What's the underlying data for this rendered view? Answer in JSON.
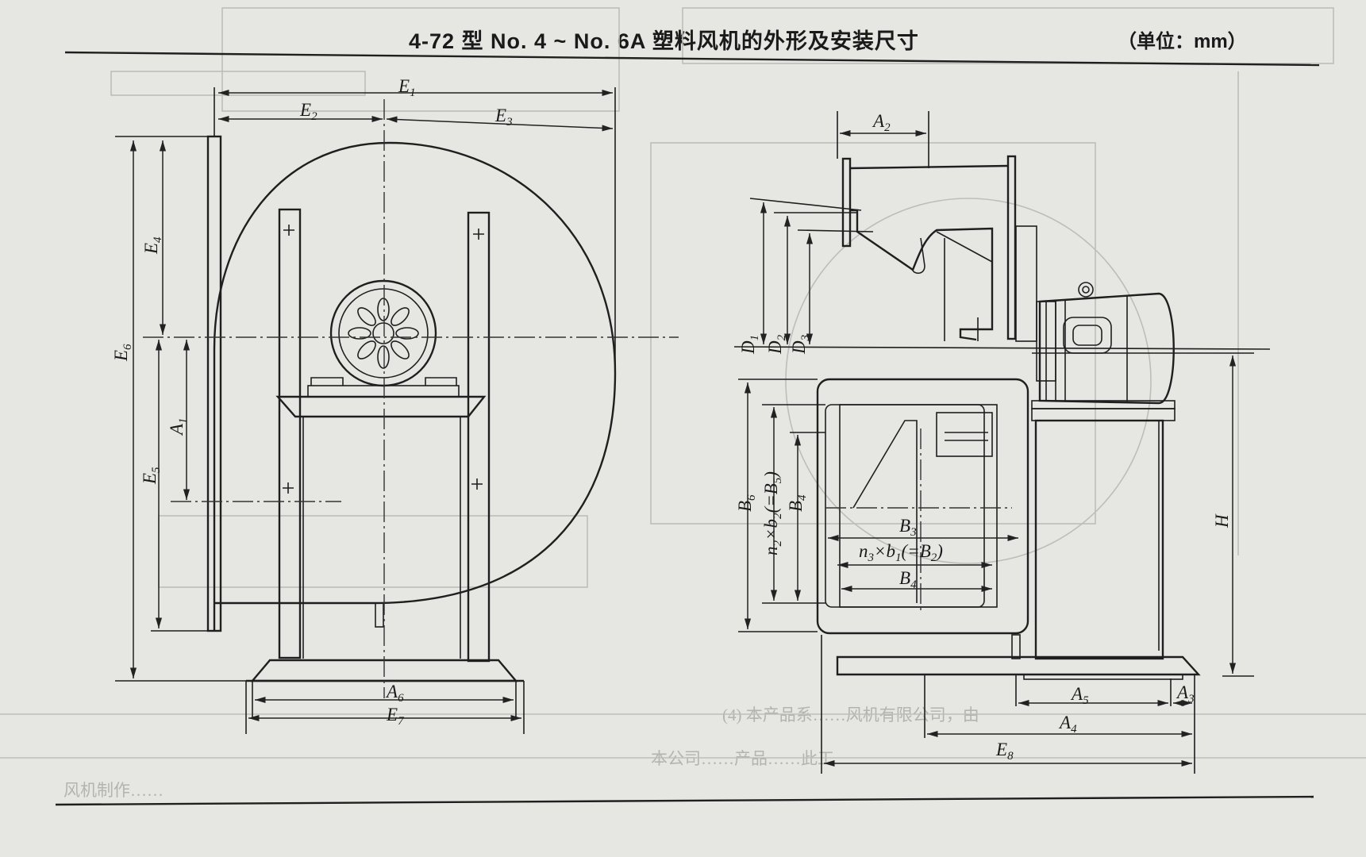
{
  "header": {
    "title": "4-72 型 No. 4 ~ No. 6A 塑料风机的外形及安装尺寸",
    "unit": "（单位：mm）"
  },
  "ghost_text": {
    "line1": "(4) 本产品系……风机有限公司，由",
    "line2": "本公司……产品……此工",
    "line3": "风机制作……"
  },
  "front_view": {
    "labels": {
      "E1": {
        "base": "E",
        "sub": "1"
      },
      "E2": {
        "base": "E",
        "sub": "2"
      },
      "E3": {
        "base": "E",
        "sub": "3"
      },
      "E4": {
        "base": "E",
        "sub": "4"
      },
      "E5": {
        "base": "E",
        "sub": "5"
      },
      "E6": {
        "base": "E",
        "sub": "6"
      },
      "E7": {
        "base": "E",
        "sub": "7"
      },
      "A1": {
        "base": "A",
        "sub": "1"
      },
      "A6": {
        "base": "A",
        "sub": "6"
      }
    }
  },
  "side_view": {
    "labels": {
      "A2": {
        "base": "A",
        "sub": "2"
      },
      "A3": {
        "base": "A",
        "sub": "3"
      },
      "A4": {
        "base": "A",
        "sub": "4"
      },
      "A5": {
        "base": "A",
        "sub": "5"
      },
      "D1": {
        "base": "D",
        "sub": "1"
      },
      "D2": {
        "base": "D",
        "sub": "2"
      },
      "D3": {
        "base": "D",
        "sub": "3"
      },
      "B3": {
        "base": "B",
        "sub": "3"
      },
      "B4_top": {
        "base": "B",
        "sub": "4"
      },
      "B4_bottom": {
        "base": "B",
        "sub": "4"
      },
      "B6": {
        "base": "B",
        "sub": "6"
      },
      "E8": {
        "base": "E",
        "sub": "8"
      },
      "H": {
        "base": "H",
        "sub": ""
      },
      "n3b1": {
        "base": "n",
        "sub": "3",
        "mid": "×b",
        "sub2": "1",
        "tail": "(=B",
        "sub3": "2",
        "end": ")"
      },
      "n2b2": {
        "base": "n",
        "sub": "2",
        "mid": "×b",
        "sub2": "2",
        "tail": "(=B",
        "sub3": "5",
        "end": ")"
      }
    }
  }
}
